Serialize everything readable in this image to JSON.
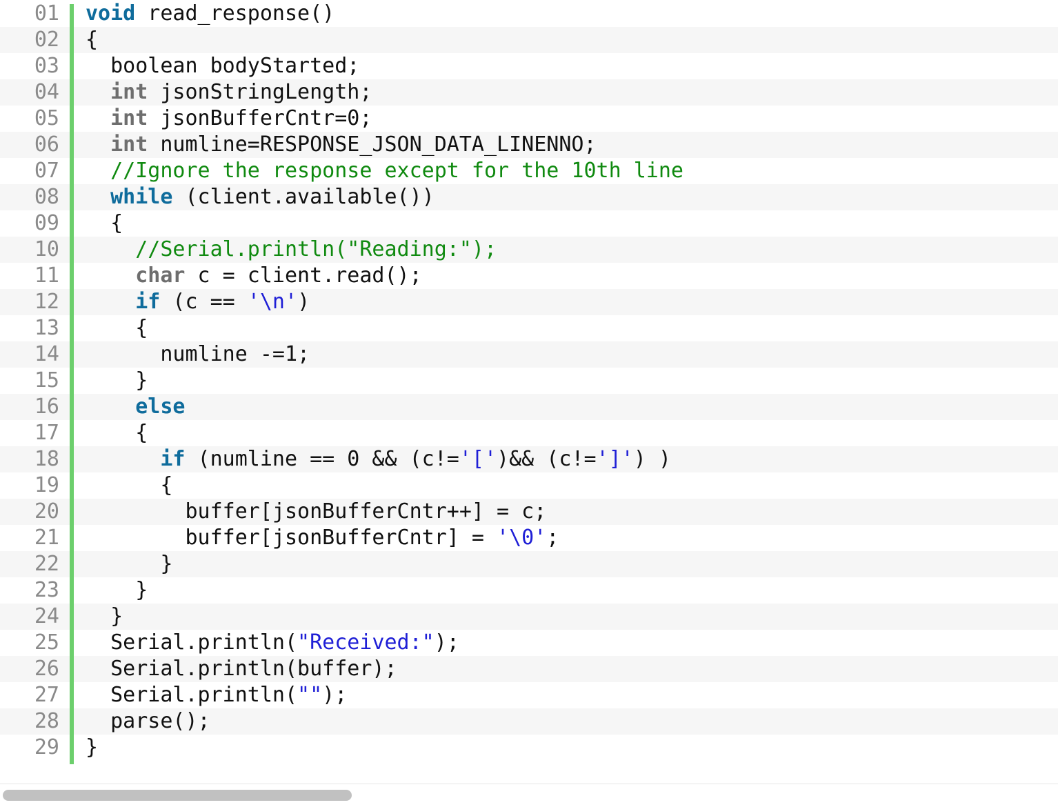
{
  "code": {
    "language": "Arduino C++",
    "lines": [
      {
        "n": "01",
        "tokens": [
          {
            "t": "void",
            "c": "kw"
          },
          {
            "t": " read_response()"
          }
        ]
      },
      {
        "n": "02",
        "tokens": [
          {
            "t": "{"
          }
        ]
      },
      {
        "n": "03",
        "tokens": [
          {
            "t": "  boolean bodyStarted;"
          }
        ]
      },
      {
        "n": "04",
        "tokens": [
          {
            "t": "  "
          },
          {
            "t": "int",
            "c": "type"
          },
          {
            "t": " jsonStringLength;"
          }
        ]
      },
      {
        "n": "05",
        "tokens": [
          {
            "t": "  "
          },
          {
            "t": "int",
            "c": "type"
          },
          {
            "t": " jsonBufferCntr=0;"
          }
        ]
      },
      {
        "n": "06",
        "tokens": [
          {
            "t": "  "
          },
          {
            "t": "int",
            "c": "type"
          },
          {
            "t": " numline=RESPONSE_JSON_DATA_LINENNO;"
          }
        ]
      },
      {
        "n": "07",
        "tokens": [
          {
            "t": "  "
          },
          {
            "t": "//Ignore the response except for the 10th line",
            "c": "comment"
          }
        ]
      },
      {
        "n": "08",
        "tokens": [
          {
            "t": "  "
          },
          {
            "t": "while",
            "c": "kw"
          },
          {
            "t": " (client.available())"
          }
        ]
      },
      {
        "n": "09",
        "tokens": [
          {
            "t": "  {"
          }
        ]
      },
      {
        "n": "10",
        "tokens": [
          {
            "t": "    "
          },
          {
            "t": "//Serial.println(\"Reading:\");",
            "c": "comment"
          }
        ]
      },
      {
        "n": "11",
        "tokens": [
          {
            "t": "    "
          },
          {
            "t": "char",
            "c": "type"
          },
          {
            "t": " c = client.read();"
          }
        ]
      },
      {
        "n": "12",
        "tokens": [
          {
            "t": "    "
          },
          {
            "t": "if",
            "c": "kw"
          },
          {
            "t": " (c == "
          },
          {
            "t": "'\\n'",
            "c": "string"
          },
          {
            "t": ")"
          }
        ]
      },
      {
        "n": "13",
        "tokens": [
          {
            "t": "    {"
          }
        ]
      },
      {
        "n": "14",
        "tokens": [
          {
            "t": "      numline -=1;"
          }
        ]
      },
      {
        "n": "15",
        "tokens": [
          {
            "t": "    }"
          }
        ]
      },
      {
        "n": "16",
        "tokens": [
          {
            "t": "    "
          },
          {
            "t": "else",
            "c": "kw"
          }
        ]
      },
      {
        "n": "17",
        "tokens": [
          {
            "t": "    {"
          }
        ]
      },
      {
        "n": "18",
        "tokens": [
          {
            "t": "      "
          },
          {
            "t": "if",
            "c": "kw"
          },
          {
            "t": " (numline == 0 && (c!="
          },
          {
            "t": "'['",
            "c": "string"
          },
          {
            "t": ")&& (c!="
          },
          {
            "t": "']'",
            "c": "string"
          },
          {
            "t": ") )"
          }
        ]
      },
      {
        "n": "19",
        "tokens": [
          {
            "t": "      {"
          }
        ]
      },
      {
        "n": "20",
        "tokens": [
          {
            "t": "        buffer[jsonBufferCntr++] = c;"
          }
        ]
      },
      {
        "n": "21",
        "tokens": [
          {
            "t": "        buffer[jsonBufferCntr] = "
          },
          {
            "t": "'\\0'",
            "c": "string"
          },
          {
            "t": ";"
          }
        ]
      },
      {
        "n": "22",
        "tokens": [
          {
            "t": "      }"
          }
        ]
      },
      {
        "n": "23",
        "tokens": [
          {
            "t": "    }"
          }
        ]
      },
      {
        "n": "24",
        "tokens": [
          {
            "t": "  }"
          }
        ]
      },
      {
        "n": "25",
        "tokens": [
          {
            "t": "  Serial.println("
          },
          {
            "t": "\"Received:\"",
            "c": "string"
          },
          {
            "t": ");"
          }
        ]
      },
      {
        "n": "26",
        "tokens": [
          {
            "t": "  Serial.println(buffer);"
          }
        ]
      },
      {
        "n": "27",
        "tokens": [
          {
            "t": "  Serial.println("
          },
          {
            "t": "\"\"",
            "c": "string"
          },
          {
            "t": ");"
          }
        ]
      },
      {
        "n": "28",
        "tokens": [
          {
            "t": "  parse();"
          }
        ]
      },
      {
        "n": "29",
        "tokens": [
          {
            "t": "}"
          }
        ]
      }
    ]
  },
  "colors": {
    "keyword": "#0f6c9c",
    "type": "#6e6e6e",
    "comment": "#108a10",
    "string": "#1f1fd6",
    "text": "#111111",
    "line_number": "#8a8a8a",
    "gutter_bar": "#6ccf6c",
    "alt_row": "#f6f6f6",
    "scrollbar_thumb": "#c1c1c1"
  },
  "scrollbar": {
    "horizontal_thumb_fraction": 0.33
  }
}
